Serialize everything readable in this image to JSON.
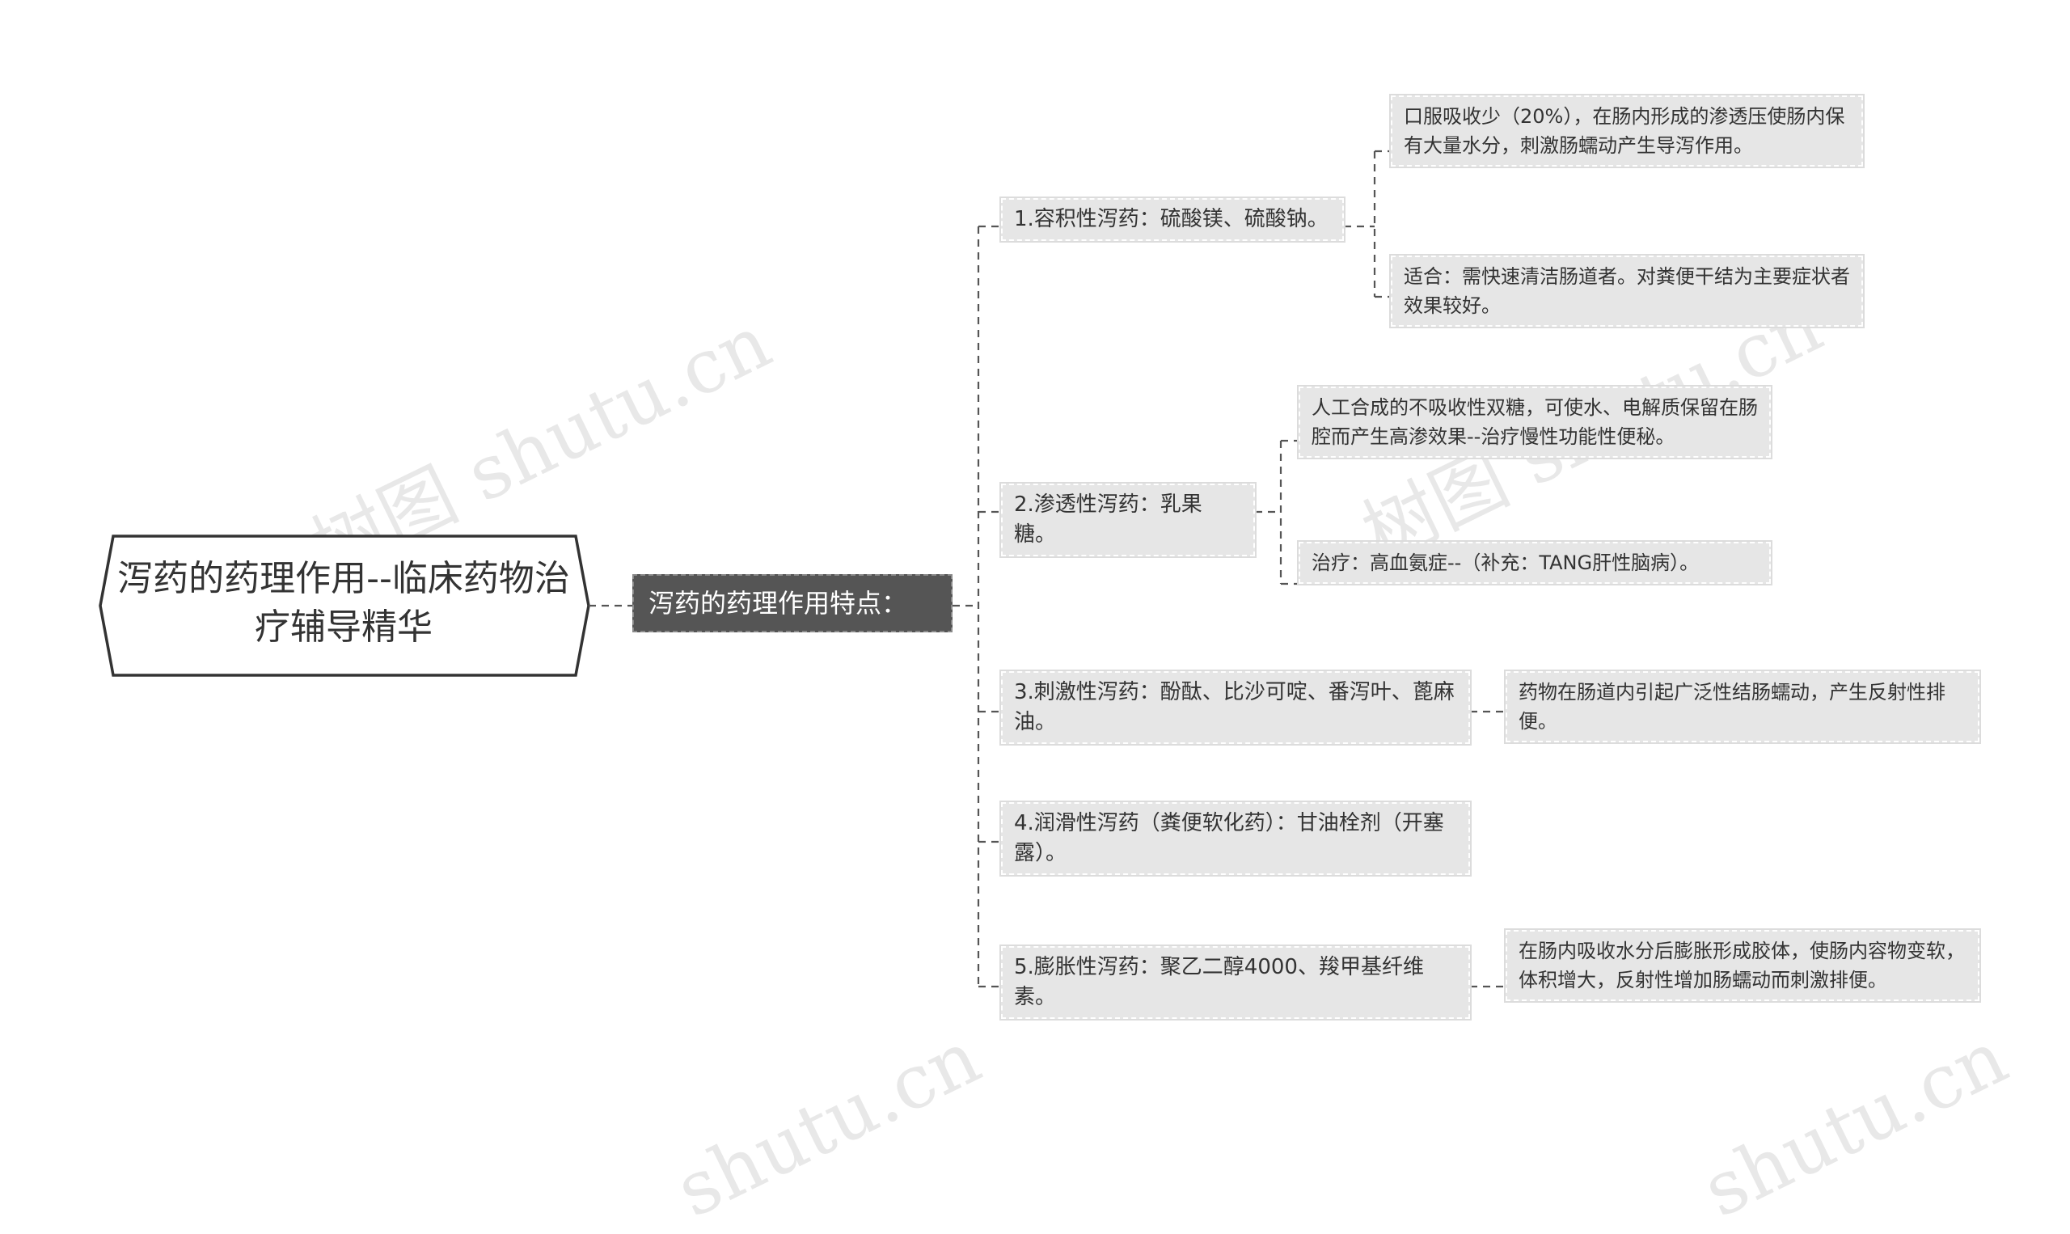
{
  "root": {
    "title": "泻药的药理作用--临床药物治疗辅导精华"
  },
  "main": {
    "label": "泻药的药理作用特点："
  },
  "categories": [
    {
      "label": "1.容积性泻药：硫酸镁、硫酸钠。",
      "details": [
        "口服吸收少（20%），在肠内形成的渗透压使肠内保有大量水分，刺激肠蠕动产生导泻作用。",
        "适合：需快速清洁肠道者。对粪便干结为主要症状者效果较好。"
      ]
    },
    {
      "label": "2.渗透性泻药：乳果糖。",
      "details": [
        "人工合成的不吸收性双糖，可使水、电解质保留在肠腔而产生高渗效果--治疗慢性功能性便秘。",
        "治疗：高血氨症--（补充：TANG肝性脑病）。"
      ]
    },
    {
      "label": "3.刺激性泻药：酚酞、比沙可啶、番泻叶、蓖麻油。",
      "details": [
        "药物在肠道内引起广泛性结肠蠕动，产生反射性排便。"
      ]
    },
    {
      "label": "4.润滑性泻药（粪便软化药）：甘油栓剂（开塞露）。",
      "details": []
    },
    {
      "label": "5.膨胀性泻药：聚乙二醇4000、羧甲基纤维素。",
      "details": [
        "在肠内吸收水分后膨胀形成胶体，使肠内容物变软，体积增大，反射性增加肠蠕动而刺激排便。"
      ]
    }
  ],
  "watermarks": [
    "树图 shutu.cn",
    "树图 shutu.cn",
    "shutu.cn",
    "shutu.cn"
  ],
  "colors": {
    "main_fill": "#555555",
    "node_fill": "#e6e6e6",
    "connector": "#555555",
    "root_border": "#333333"
  }
}
